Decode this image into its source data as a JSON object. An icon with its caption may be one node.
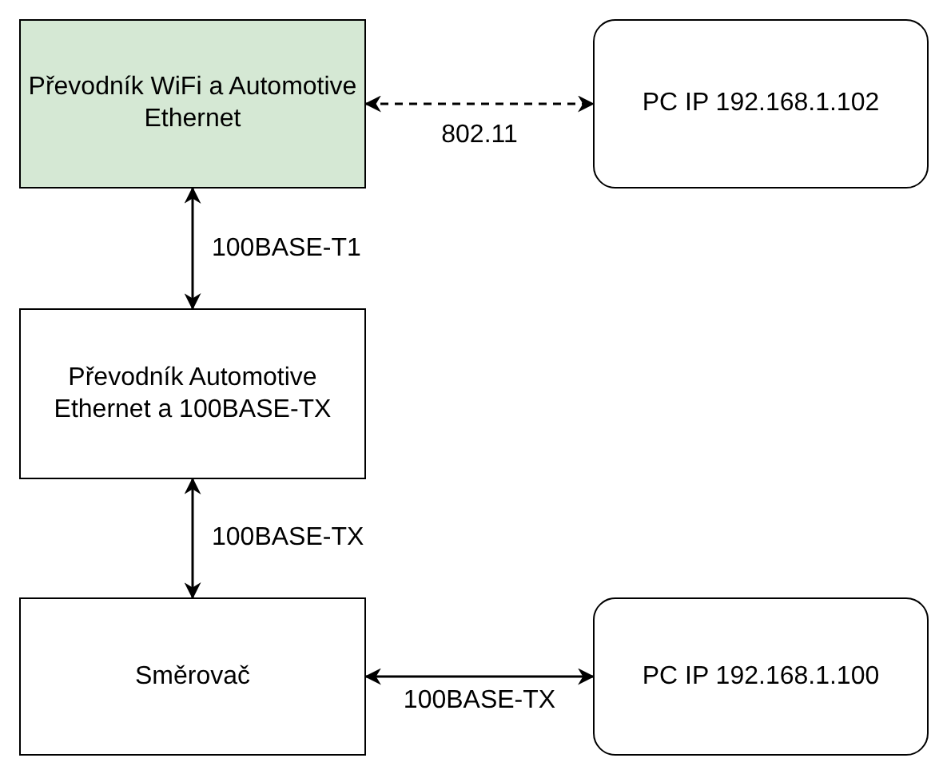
{
  "diagram": {
    "nodes": [
      {
        "text": [
          "Převodník WiFi a Automotive Ethernet"
        ]
      },
      {
        "text": [
          "PC IP 192.168.1.102"
        ]
      },
      {
        "text": [
          "Převodník Automotive Ethernet a 100BASE-TX"
        ]
      },
      {
        "text": [
          "Směrovač"
        ]
      },
      {
        "text": [
          "PC IP 192.168.1.100"
        ]
      }
    ],
    "edges": [
      {
        "from": 0,
        "to": 1,
        "arrow": "both",
        "style": "dashed",
        "label": "802.11"
      },
      {
        "from": 0,
        "to": 2,
        "arrow": "both",
        "label": "100BASE-T1"
      },
      {
        "from": 2,
        "to": 3,
        "arrow": "both",
        "label": "100BASE-TX"
      },
      {
        "from": 3,
        "to": 4,
        "arrow": "both",
        "label": "100BASE-TX"
      }
    ]
  }
}
